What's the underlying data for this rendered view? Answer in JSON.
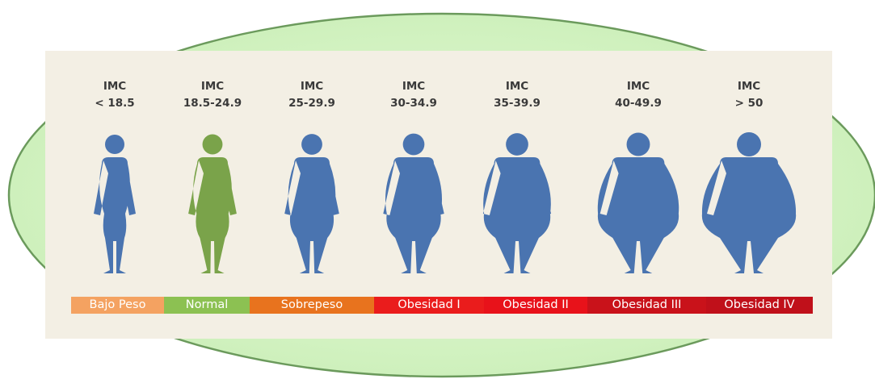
{
  "colors": {
    "ellipse_fill": "#d5f5c5",
    "ellipse_stroke": "#6b9a5c",
    "panel_bg": "#f3efe4",
    "figure_blue": "#4a74b0",
    "figure_green": "#7aa34a"
  },
  "columns": [
    {
      "line1": "IMC",
      "line2": "< 18.5",
      "category": "Bajo Peso",
      "bar_color": "#f4a261",
      "figure_color": "#4a74b0",
      "build": 0.0
    },
    {
      "line1": "IMC",
      "line2": "18.5-24.9",
      "category": "Normal",
      "bar_color": "#8cc152",
      "figure_color": "#7aa34a",
      "build": 0.15
    },
    {
      "line1": "IMC",
      "line2": "25-29.9",
      "category": "Sobrepeso",
      "bar_color": "#e8731e",
      "figure_color": "#4a74b0",
      "build": 0.3
    },
    {
      "line1": "IMC",
      "line2": "30-34.9",
      "category": "Obesidad I",
      "bar_color": "#ea1c1c",
      "figure_color": "#4a74b0",
      "build": 0.45
    },
    {
      "line1": "IMC",
      "line2": "35-39.9",
      "category": "Obesidad II",
      "bar_color": "#e8121a",
      "figure_color": "#4a74b0",
      "build": 0.62
    },
    {
      "line1": "IMC",
      "line2": "40-49.9",
      "category": "Obesidad III",
      "bar_color": "#c9121a",
      "figure_color": "#4a74b0",
      "build": 0.82
    },
    {
      "line1": "IMC",
      "line2": "> 50",
      "category": "Obesidad IV",
      "bar_color": "#c0101a",
      "figure_color": "#4a74b0",
      "build": 1.0
    }
  ]
}
